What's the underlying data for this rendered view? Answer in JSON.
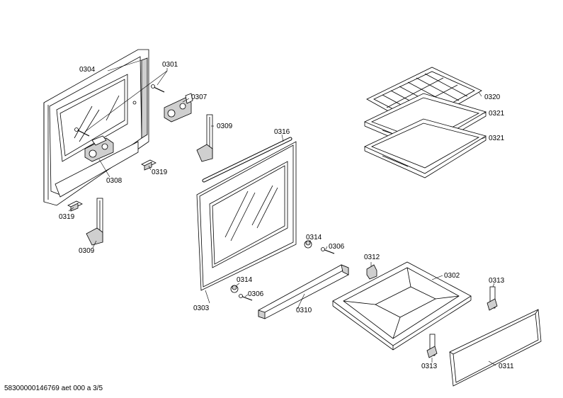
{
  "labels": {
    "p0304": "0304",
    "p0301": "0301",
    "p0307": "0307",
    "p0309a": "0309",
    "p0308": "0308",
    "p0319a": "0319",
    "p0319b": "0319",
    "p0309b": "0309",
    "p0316": "0316",
    "p0303": "0303",
    "p0314a": "0314",
    "p0306a": "0306",
    "p0314b": "0314",
    "p0306b": "0306",
    "p0310": "0310",
    "p0312": "0312",
    "p0302": "0302",
    "p0313a": "0313",
    "p0313b": "0313",
    "p0311": "0311",
    "p0320": "0320",
    "p0321a": "0321",
    "p0321b": "0321"
  },
  "document_ref": "58300000146769 aet 000 a 3/5"
}
